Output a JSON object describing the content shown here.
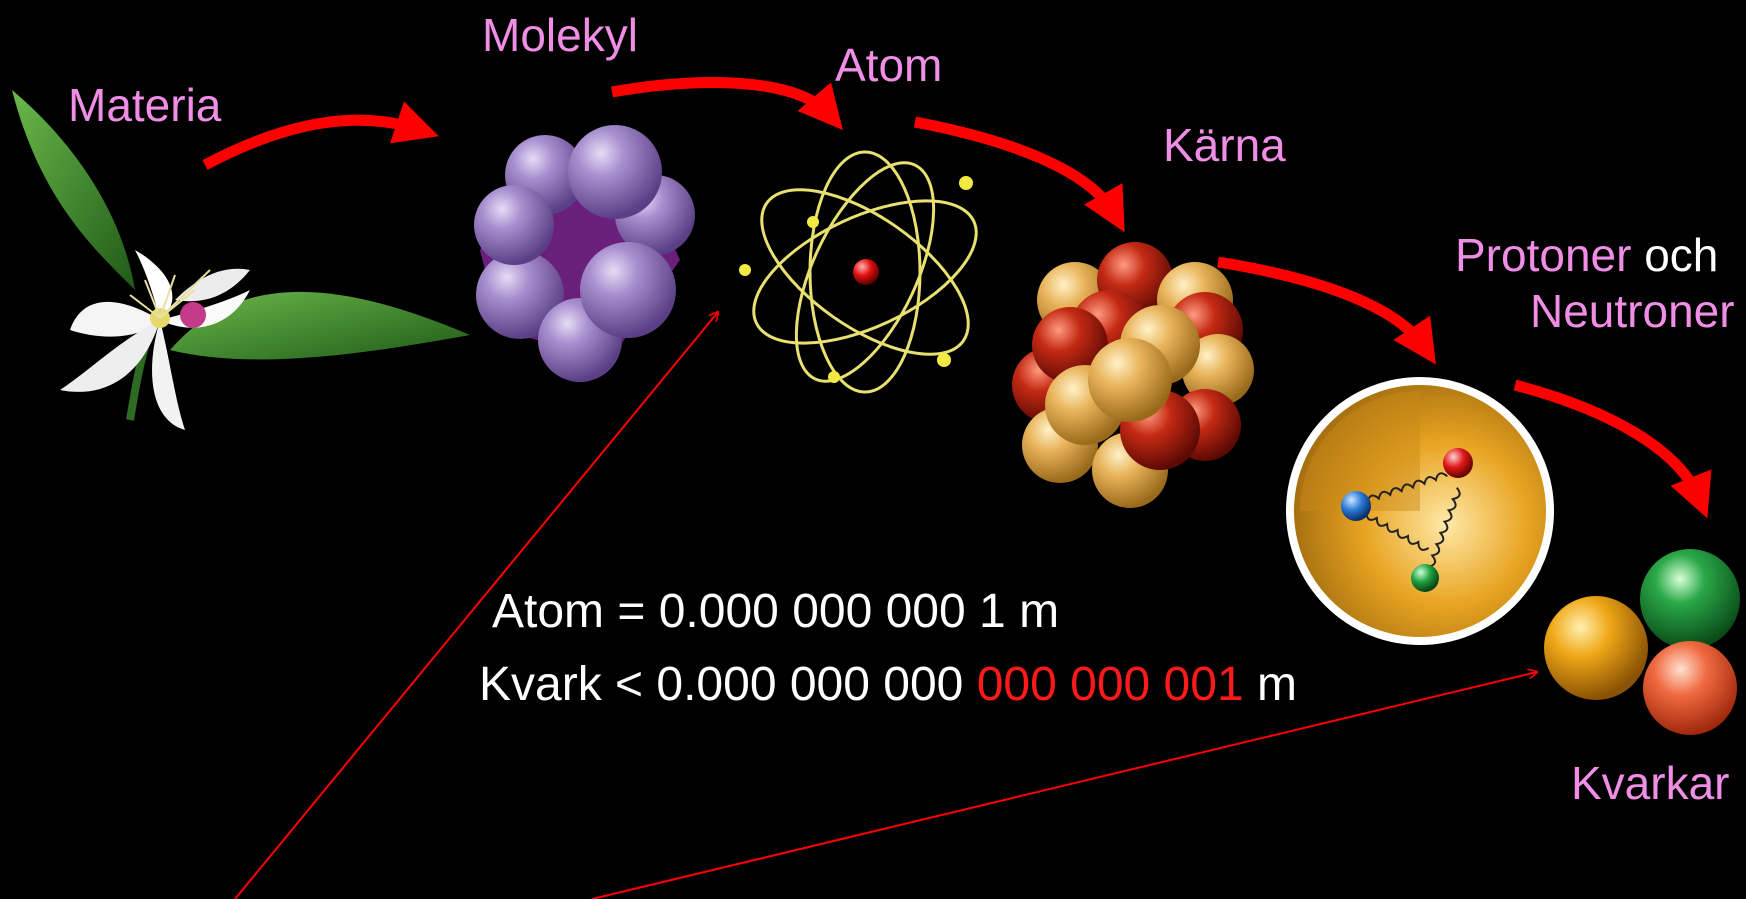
{
  "labels": {
    "materia": "Materia",
    "molekyl": "Molekyl",
    "atom": "Atom",
    "karna": "Kärna",
    "protoner": "Protoner",
    "och": "och",
    "neutroner": "Neutroner",
    "kvarkar": "Kvarkar"
  },
  "equations": {
    "atom_prefix": "Atom = 0.000 000 000 1 m",
    "kvark_prefix": "Kvark < 0.000 000 000",
    "kvark_highlight": "000 000 001",
    "kvark_suffix": "m"
  },
  "colors": {
    "background": "#000000",
    "label": "#f08ee6",
    "text": "#ffffff",
    "arrow": "#ff0000",
    "highlight": "#ff1a1a"
  }
}
